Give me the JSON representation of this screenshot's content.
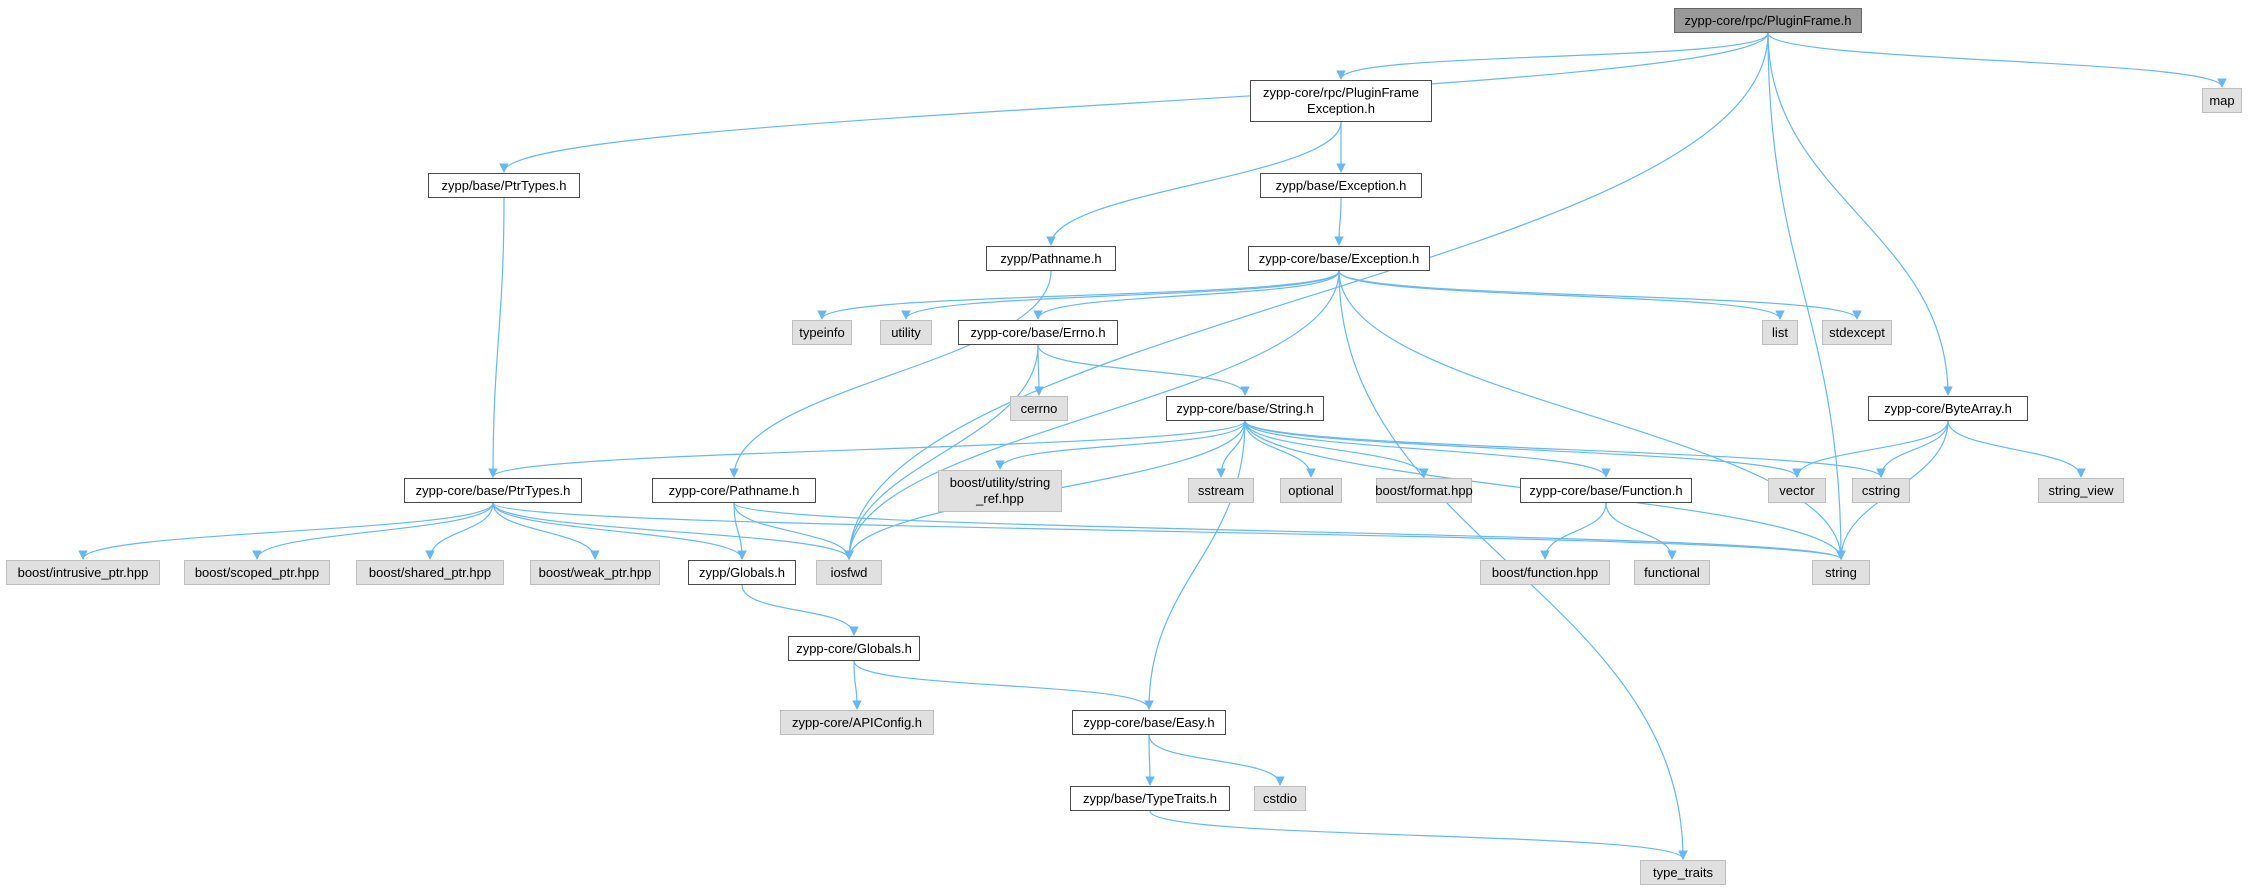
{
  "nodes": [
    {
      "id": "root",
      "label": "zypp-core/rpc/PluginFrame.h",
      "kind": "root"
    },
    {
      "id": "pfexc",
      "label": "zypp-core/rpc/PluginFrame\nException.h",
      "kind": "local"
    },
    {
      "id": "map",
      "label": "map",
      "kind": "external"
    },
    {
      "id": "zptr",
      "label": "zypp/base/PtrTypes.h",
      "kind": "local"
    },
    {
      "id": "zexc",
      "label": "zypp/base/Exception.h",
      "kind": "local"
    },
    {
      "id": "zpath",
      "label": "zypp/Pathname.h",
      "kind": "local"
    },
    {
      "id": "cexc",
      "label": "zypp-core/base/Exception.h",
      "kind": "local"
    },
    {
      "id": "typeinfo",
      "label": "typeinfo",
      "kind": "external"
    },
    {
      "id": "utility",
      "label": "utility",
      "kind": "external"
    },
    {
      "id": "errno",
      "label": "zypp-core/base/Errno.h",
      "kind": "local"
    },
    {
      "id": "list",
      "label": "list",
      "kind": "external"
    },
    {
      "id": "stdexcept",
      "label": "stdexcept",
      "kind": "external"
    },
    {
      "id": "cerrno",
      "label": "cerrno",
      "kind": "external"
    },
    {
      "id": "bytearray",
      "label": "zypp-core/ByteArray.h",
      "kind": "local"
    },
    {
      "id": "string_h",
      "label": "zypp-core/base/String.h",
      "kind": "local"
    },
    {
      "id": "cptr",
      "label": "zypp-core/base/PtrTypes.h",
      "kind": "local"
    },
    {
      "id": "cpath",
      "label": "zypp-core/Pathname.h",
      "kind": "local"
    },
    {
      "id": "bsref",
      "label": "boost/utility/string\n_ref.hpp",
      "kind": "external"
    },
    {
      "id": "sstream",
      "label": "sstream",
      "kind": "external"
    },
    {
      "id": "optional",
      "label": "optional",
      "kind": "external"
    },
    {
      "id": "bformat",
      "label": "boost/format.hpp",
      "kind": "external"
    },
    {
      "id": "function_h",
      "label": "zypp-core/base/Function.h",
      "kind": "local"
    },
    {
      "id": "vector",
      "label": "vector",
      "kind": "external"
    },
    {
      "id": "cstring",
      "label": "cstring",
      "kind": "external"
    },
    {
      "id": "string_view",
      "label": "string_view",
      "kind": "external"
    },
    {
      "id": "bintr",
      "label": "boost/intrusive_ptr.hpp",
      "kind": "external"
    },
    {
      "id": "bscoped",
      "label": "boost/scoped_ptr.hpp",
      "kind": "external"
    },
    {
      "id": "bshared",
      "label": "boost/shared_ptr.hpp",
      "kind": "external"
    },
    {
      "id": "bweak",
      "label": "boost/weak_ptr.hpp",
      "kind": "external"
    },
    {
      "id": "zglobals",
      "label": "zypp/Globals.h",
      "kind": "local"
    },
    {
      "id": "iosfwd",
      "label": "iosfwd",
      "kind": "external"
    },
    {
      "id": "bfunction",
      "label": "boost/function.hpp",
      "kind": "external"
    },
    {
      "id": "functional",
      "label": "functional",
      "kind": "external"
    },
    {
      "id": "string",
      "label": "string",
      "kind": "external"
    },
    {
      "id": "cglobals",
      "label": "zypp-core/Globals.h",
      "kind": "local"
    },
    {
      "id": "apiconfig",
      "label": "zypp-core/APIConfig.h",
      "kind": "external"
    },
    {
      "id": "easy",
      "label": "zypp-core/base/Easy.h",
      "kind": "local"
    },
    {
      "id": "typetraits_h",
      "label": "zypp/base/TypeTraits.h",
      "kind": "local"
    },
    {
      "id": "cstdio",
      "label": "cstdio",
      "kind": "external"
    },
    {
      "id": "type_traits",
      "label": "type_traits",
      "kind": "external"
    }
  ],
  "edges": [
    [
      "root",
      "map"
    ],
    [
      "root",
      "pfexc"
    ],
    [
      "root",
      "zptr"
    ],
    [
      "root",
      "iosfwd"
    ],
    [
      "root",
      "string"
    ],
    [
      "root",
      "bytearray"
    ],
    [
      "pfexc",
      "zexc"
    ],
    [
      "pfexc",
      "zpath"
    ],
    [
      "zexc",
      "cexc"
    ],
    [
      "zpath",
      "cpath"
    ],
    [
      "zptr",
      "cptr"
    ],
    [
      "cexc",
      "typeinfo"
    ],
    [
      "cexc",
      "utility"
    ],
    [
      "cexc",
      "errno"
    ],
    [
      "cexc",
      "list"
    ],
    [
      "cexc",
      "stdexcept"
    ],
    [
      "cexc",
      "iosfwd"
    ],
    [
      "cexc",
      "string"
    ],
    [
      "cexc",
      "type_traits"
    ],
    [
      "errno",
      "cerrno"
    ],
    [
      "errno",
      "string_h"
    ],
    [
      "errno",
      "iosfwd"
    ],
    [
      "string_h",
      "cptr"
    ],
    [
      "string_h",
      "bsref"
    ],
    [
      "string_h",
      "sstream"
    ],
    [
      "string_h",
      "optional"
    ],
    [
      "string_h",
      "bformat"
    ],
    [
      "string_h",
      "function_h"
    ],
    [
      "string_h",
      "vector"
    ],
    [
      "string_h",
      "cstring"
    ],
    [
      "string_h",
      "string"
    ],
    [
      "string_h",
      "iosfwd"
    ],
    [
      "string_h",
      "easy"
    ],
    [
      "bytearray",
      "vector"
    ],
    [
      "bytearray",
      "cstring"
    ],
    [
      "bytearray",
      "string_view"
    ],
    [
      "bytearray",
      "string"
    ],
    [
      "cptr",
      "bintr"
    ],
    [
      "cptr",
      "bscoped"
    ],
    [
      "cptr",
      "bshared"
    ],
    [
      "cptr",
      "bweak"
    ],
    [
      "cptr",
      "zglobals"
    ],
    [
      "cptr",
      "iosfwd"
    ],
    [
      "cptr",
      "string"
    ],
    [
      "cpath",
      "zglobals"
    ],
    [
      "cpath",
      "iosfwd"
    ],
    [
      "cpath",
      "string"
    ],
    [
      "function_h",
      "bfunction"
    ],
    [
      "function_h",
      "functional"
    ],
    [
      "zglobals",
      "cglobals"
    ],
    [
      "cglobals",
      "apiconfig"
    ],
    [
      "cglobals",
      "easy"
    ],
    [
      "easy",
      "typetraits_h"
    ],
    [
      "easy",
      "cstdio"
    ],
    [
      "typetraits_h",
      "type_traits"
    ]
  ]
}
